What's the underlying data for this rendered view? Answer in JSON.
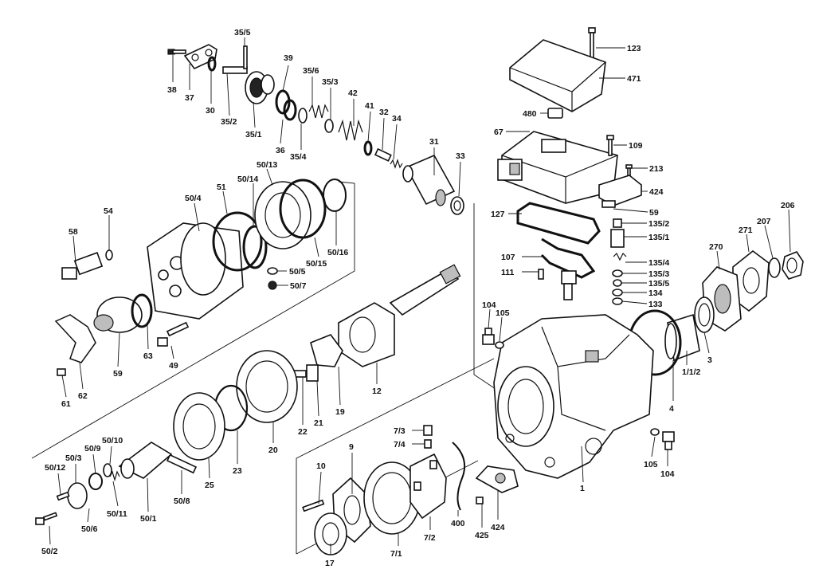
{
  "labels": {
    "l35_5": "35/5",
    "l38": "38",
    "l37": "37",
    "l30": "30",
    "l35_2": "35/2",
    "l35_1": "35/1",
    "l39": "39",
    "l36": "36",
    "l35_6": "35/6",
    "l35_3": "35/3",
    "l35_4": "35/4",
    "l42": "42",
    "l41": "41",
    "l32": "32",
    "l34": "34",
    "l31": "31",
    "l33": "33",
    "l123": "123",
    "l471": "471",
    "l480": "480",
    "l67": "67",
    "l109": "109",
    "l213": "213",
    "l424a": "424",
    "l59a": "59",
    "l127": "127",
    "l135_2": "135/2",
    "l135_1": "135/1",
    "l107": "107",
    "l111": "111",
    "l135_4": "135/4",
    "l135_3": "135/3",
    "l135_5": "135/5",
    "l134": "134",
    "l133": "133",
    "l206": "206",
    "l207": "207",
    "l271": "271",
    "l270": "270",
    "l50_13": "50/13",
    "l51": "51",
    "l50_14": "50/14",
    "l50_4": "50/4",
    "l54": "54",
    "l58": "58",
    "l50_16": "50/16",
    "l50_15": "50/15",
    "l50_5": "50/5",
    "l50_7": "50/7",
    "l63": "63",
    "l49": "49",
    "l59b": "59",
    "l62": "62",
    "l61": "61",
    "l12": "12",
    "l19": "19",
    "l21": "21",
    "l22": "22",
    "l20": "20",
    "l23": "23",
    "l25": "25",
    "l50_8": "50/8",
    "l50_1": "50/1",
    "l50_11": "50/11",
    "l50_10": "50/10",
    "l50_9": "50/9",
    "l50_3": "50/3",
    "l50_12": "50/12",
    "l50_6": "50/6",
    "l50_2": "50/2",
    "l104a": "104",
    "l105a": "105",
    "l1_1_2": "1/1/2",
    "l3": "3",
    "l4": "4",
    "l105b": "105",
    "l104b": "104",
    "l1": "1",
    "l7_3": "7/3",
    "l7_4": "7/4",
    "l10": "10",
    "l9": "9",
    "l17": "17",
    "l7_1": "7/1",
    "l7_2": "7/2",
    "l400": "400",
    "l425": "425",
    "l424b": "424"
  }
}
